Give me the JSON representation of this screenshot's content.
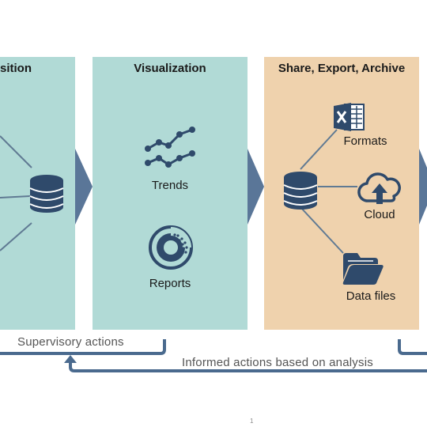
{
  "panels": {
    "acquisition": {
      "title": "sition"
    },
    "visualization": {
      "title": "Visualization",
      "items": [
        {
          "label": "Trends",
          "icon": "trends-icon"
        },
        {
          "label": "Reports",
          "icon": "reports-icon"
        }
      ]
    },
    "share": {
      "title": "Share, Export, Archive",
      "hub_icon": "database-icon",
      "items": [
        {
          "label": "Formats",
          "icon": "excel-icon"
        },
        {
          "label": "Cloud",
          "icon": "cloud-upload-icon"
        },
        {
          "label": "Data files",
          "icon": "folder-icon"
        }
      ]
    }
  },
  "feedback": {
    "supervisory": "Supervisory  actions",
    "informed": "Informed  actions based on analysis"
  },
  "page_number": "1",
  "colors": {
    "teal_panel": "#b1dad6",
    "orange_panel": "#efd2ad",
    "icon_dark": "#2f4a6b",
    "arrow": "#5a7698",
    "feedback_line": "#4a6a8e"
  }
}
